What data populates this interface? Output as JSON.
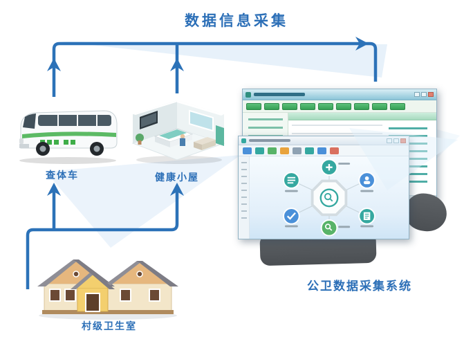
{
  "title": "数据信息采集",
  "nodes": {
    "van_label": "查体车",
    "cabin_label": "健康小屋",
    "clinic_label": "村级卫生室",
    "system_label": "公卫数据采集系统"
  },
  "colors": {
    "accent_blue": "#2c6fb7",
    "arrow_blue": "#2c72b8",
    "swoosh_blue": "#d7e8f7",
    "teal": "#35a8a0",
    "green": "#3aa85a",
    "dark_base": "#55595d"
  },
  "icons": {
    "window_controls": [
      "minimize-icon",
      "maximize-icon",
      "close-icon"
    ],
    "diagram_center": "magnifier-icon"
  }
}
